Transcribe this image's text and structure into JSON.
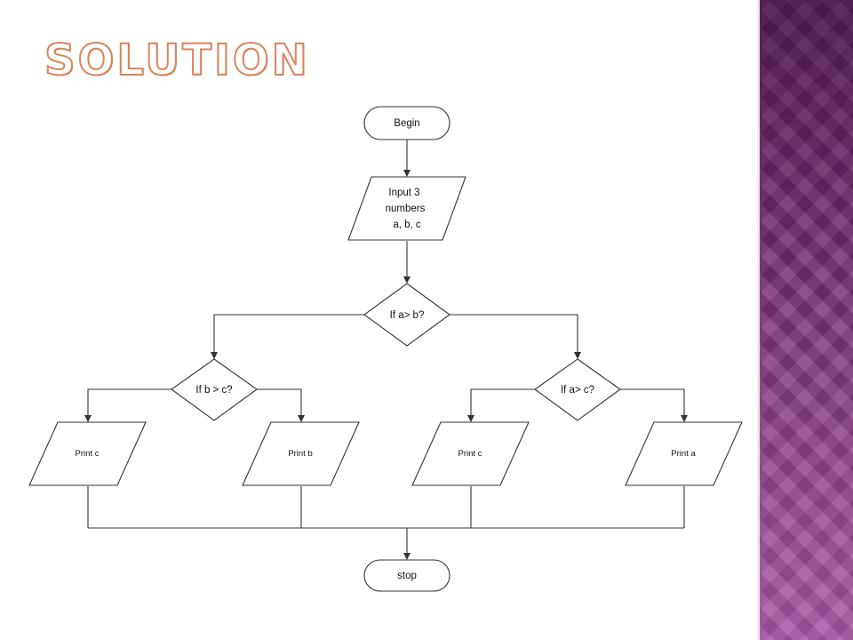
{
  "slide": {
    "title": "SOLUTION",
    "title_color": "#d9845a",
    "band_color": "#8a3c86"
  },
  "flowchart": {
    "begin": "Begin",
    "input_line1": "Input 3",
    "input_line2": "numbers",
    "input_line3": "a, b, c",
    "decision_ab": "If a> b?",
    "decision_bc": "If b > c?",
    "decision_ac": "If a> c?",
    "print_c_left": "Print c",
    "print_b": "Print b",
    "print_c_right": "Print c",
    "print_a": "Print a",
    "stop": "stop"
  }
}
